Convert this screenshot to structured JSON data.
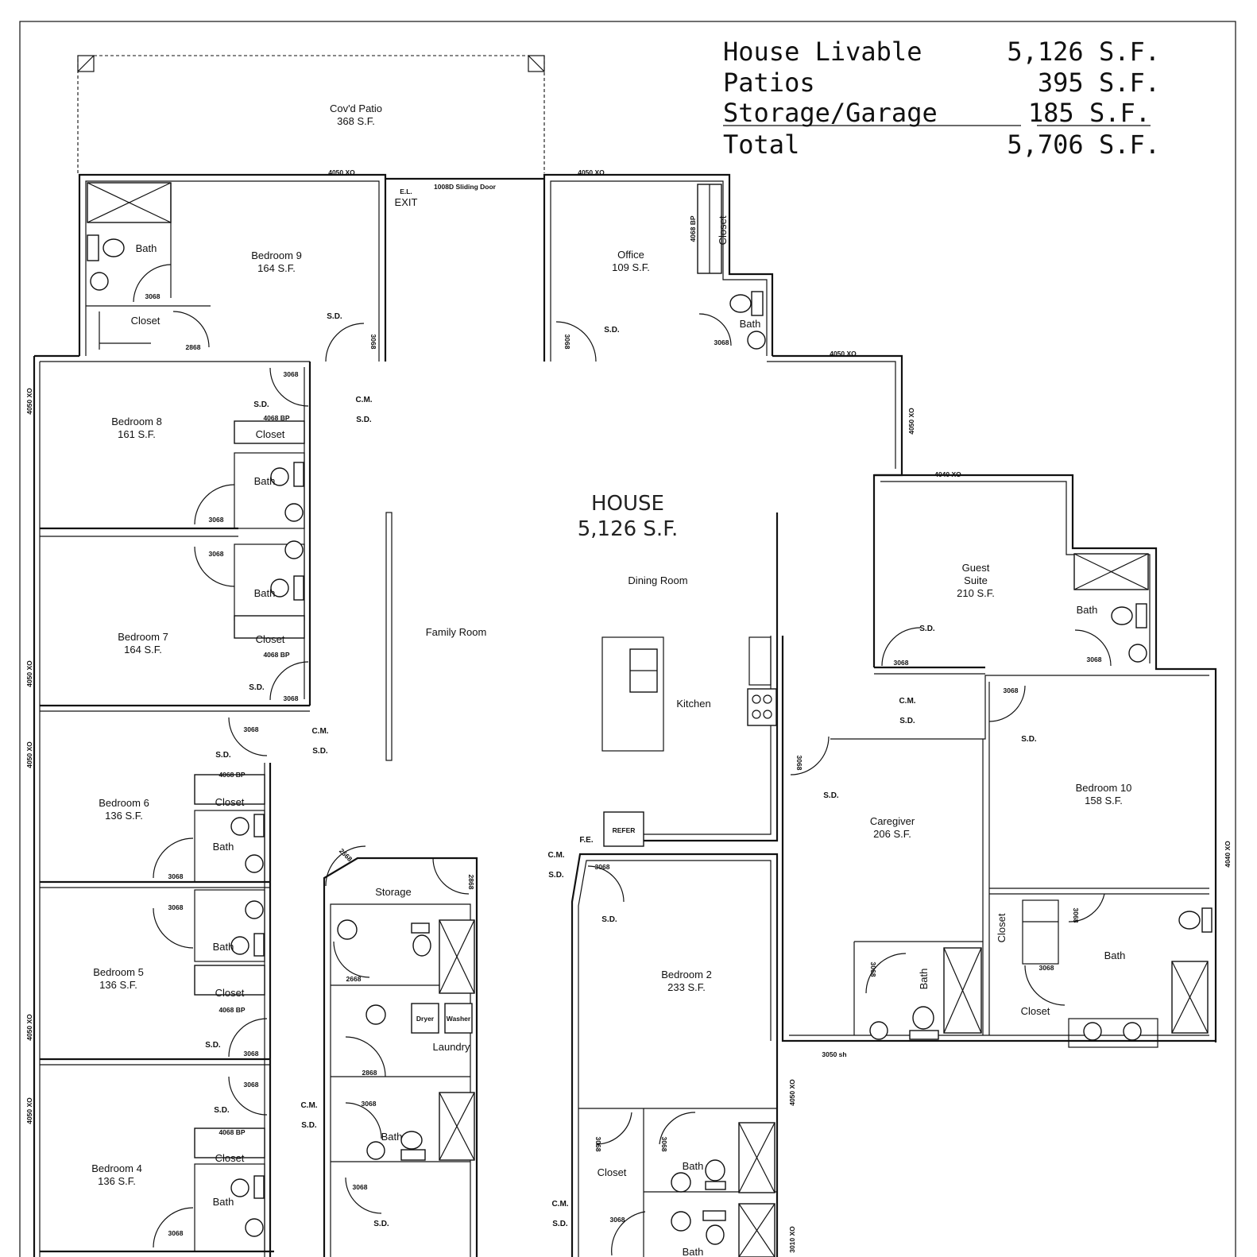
{
  "summary": {
    "rows": [
      {
        "label": "House Livable",
        "value": "5,126 S.F."
      },
      {
        "label": "Patios",
        "value": "395 S.F."
      },
      {
        "label": "Storage/Garage",
        "value": "185 S.F."
      },
      {
        "label": "Total",
        "value": "5,706 S.F."
      }
    ]
  },
  "house": {
    "title": "HOUSE",
    "area": "5,126 S.F."
  },
  "patio": {
    "name": "Cov'd Patio",
    "area": "368 S.F."
  },
  "rooms": {
    "bedroom9": {
      "name": "Bedroom 9",
      "area": "164 S.F."
    },
    "bedroom8": {
      "name": "Bedroom 8",
      "area": "161 S.F."
    },
    "bedroom7": {
      "name": "Bedroom 7",
      "area": "164 S.F."
    },
    "bedroom6": {
      "name": "Bedroom 6",
      "area": "136 S.F."
    },
    "bedroom5": {
      "name": "Bedroom 5",
      "area": "136 S.F."
    },
    "bedroom4": {
      "name": "Bedroom 4",
      "area": "136 S.F."
    },
    "bedroom2": {
      "name": "Bedroom 2",
      "area": "233 S.F."
    },
    "bedroom10": {
      "name": "Bedroom 10",
      "area": "158 S.F."
    },
    "office": {
      "name": "Office",
      "area": "109 S.F."
    },
    "guest": {
      "name1": "Guest",
      "name2": "Suite",
      "area": "210 S.F."
    },
    "caregiver": {
      "name": "Caregiver",
      "area": "206 S.F."
    },
    "family": {
      "name": "Family Room"
    },
    "dining": {
      "name": "Dining Room"
    },
    "kitchen": {
      "name": "Kitchen"
    },
    "storage": {
      "name": "Storage"
    },
    "laundry": {
      "name": "Laundry"
    }
  },
  "labels": {
    "bath": "Bath",
    "closet": "Closet",
    "sd": "S.D.",
    "cm": "C.M.",
    "fe": "F.E.",
    "refer": "REFER",
    "dryer": "Dryer",
    "washer": "Washer",
    "exit_el": "E.L.",
    "exit": "EXIT",
    "sliding": "1008D Sliding Door",
    "d3068": "3068",
    "d2868": "2868",
    "d2668": "2668",
    "bp4068": "4068 BP",
    "w4050": "4050 XO",
    "w4040": "4040 XO",
    "w3050": "3050 sh",
    "w3010": "3010 XO",
    "w4040v": "4040 XO"
  }
}
